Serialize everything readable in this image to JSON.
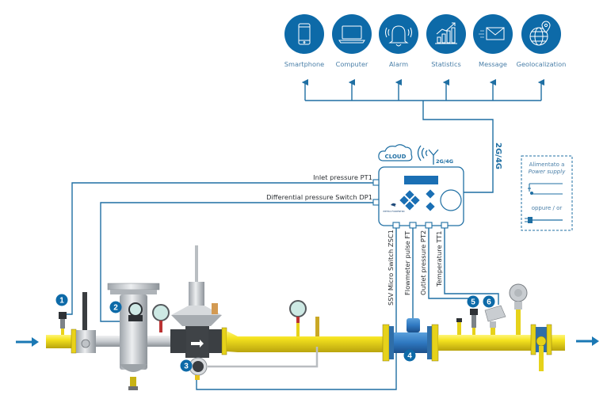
{
  "diagram": {
    "title": "Gas pressure reduction station remote monitoring",
    "colors": {
      "primary_blue": "#0d6aa8",
      "wire_blue": "#1f6fa3",
      "pipe_yellow": "#f2de1f",
      "equipment_grey": "#c9cdd1",
      "flow_arrow": "#1a78b4"
    },
    "services": [
      {
        "label": "Smartphone",
        "icon": "smartphone-icon"
      },
      {
        "label": "Computer",
        "icon": "laptop-icon"
      },
      {
        "label": "Alarm",
        "icon": "bell-icon"
      },
      {
        "label": "Statistics",
        "icon": "chart-icon"
      },
      {
        "label": "Message",
        "icon": "envelope-icon"
      },
      {
        "label": "Geolocalization",
        "icon": "globe-pin-icon"
      }
    ],
    "device": {
      "cloud_label": "CLOUD",
      "antenna_label": "2G/4G",
      "uplink_label": "2G/4G",
      "brand": "PIETRO FIORENTINI"
    },
    "power_box": {
      "title_line1": "Alimentato a",
      "title_line2": "Power supply",
      "or_label": "oppure / or"
    },
    "sensor_labels": {
      "inlet": "Inlet pressure PT1",
      "differential": "Differential pressure Switch DP1",
      "ssv": "SSV Micro Switch ZSC1",
      "flowmeter": "Flowmeter pulse FT",
      "outlet": "Outlet pressure PT2",
      "temperature": "Temperature TT1"
    },
    "badges": [
      "1",
      "2",
      "3",
      "4",
      "5",
      "6"
    ]
  }
}
